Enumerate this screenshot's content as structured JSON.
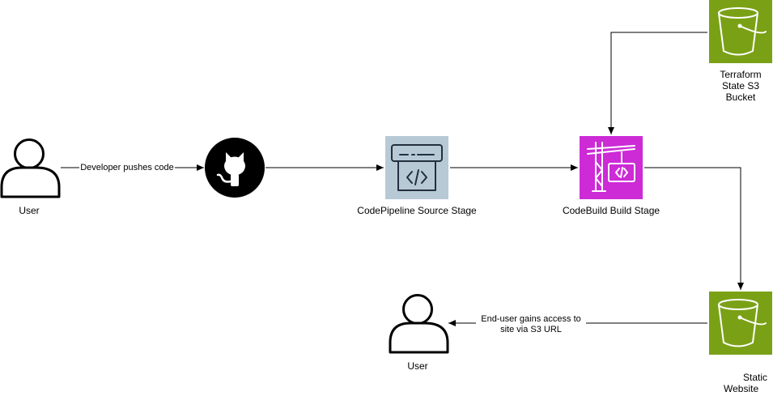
{
  "nodes": {
    "user_left": {
      "label": "User",
      "icon": "user-icon"
    },
    "github": {
      "label": "",
      "icon": "github-icon"
    },
    "codepipeline": {
      "label": "CodePipeline Source Stage",
      "icon": "codepipeline-icon",
      "color": "#b8c9d6"
    },
    "codebuild": {
      "label": "CodeBuild Build Stage",
      "icon": "codebuild-icon",
      "color": "#cc2bd6"
    },
    "terraform_state": {
      "label_lines": [
        "Terraform",
        "State S3",
        "Bucket"
      ],
      "icon": "s3-bucket-icon",
      "color": "#7aa116"
    },
    "static_website": {
      "label_lines": [
        "Static",
        "Website"
      ],
      "icon": "s3-bucket-icon",
      "color": "#7aa116"
    },
    "user_bottom": {
      "label": "User",
      "icon": "user-icon"
    }
  },
  "edges": {
    "push": {
      "label": "Developer pushes code"
    },
    "access": {
      "label_lines": [
        "End-user gains access to",
        "site via S3 URL"
      ]
    }
  }
}
